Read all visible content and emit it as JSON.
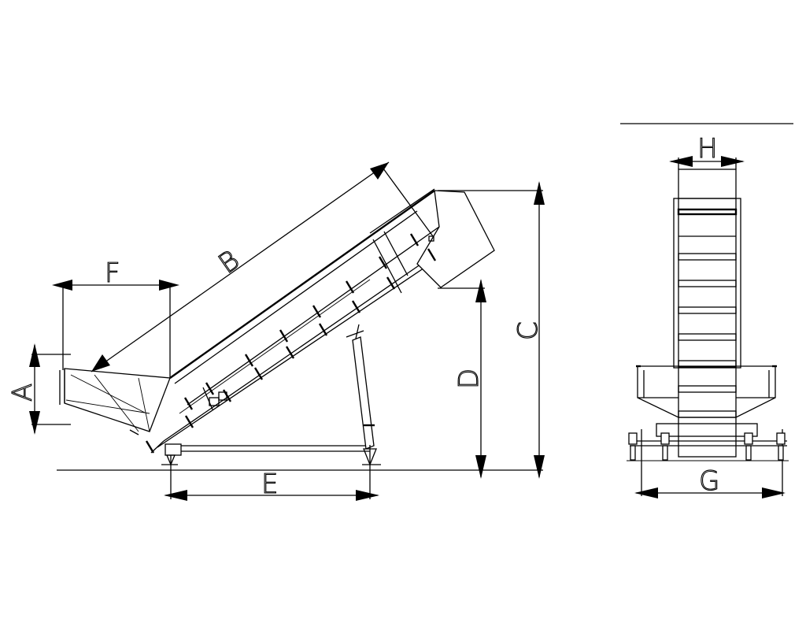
{
  "labels": {
    "A": "A",
    "B": "B",
    "C": "C",
    "D": "D",
    "E": "E",
    "F": "F",
    "G": "G",
    "H": "H"
  }
}
